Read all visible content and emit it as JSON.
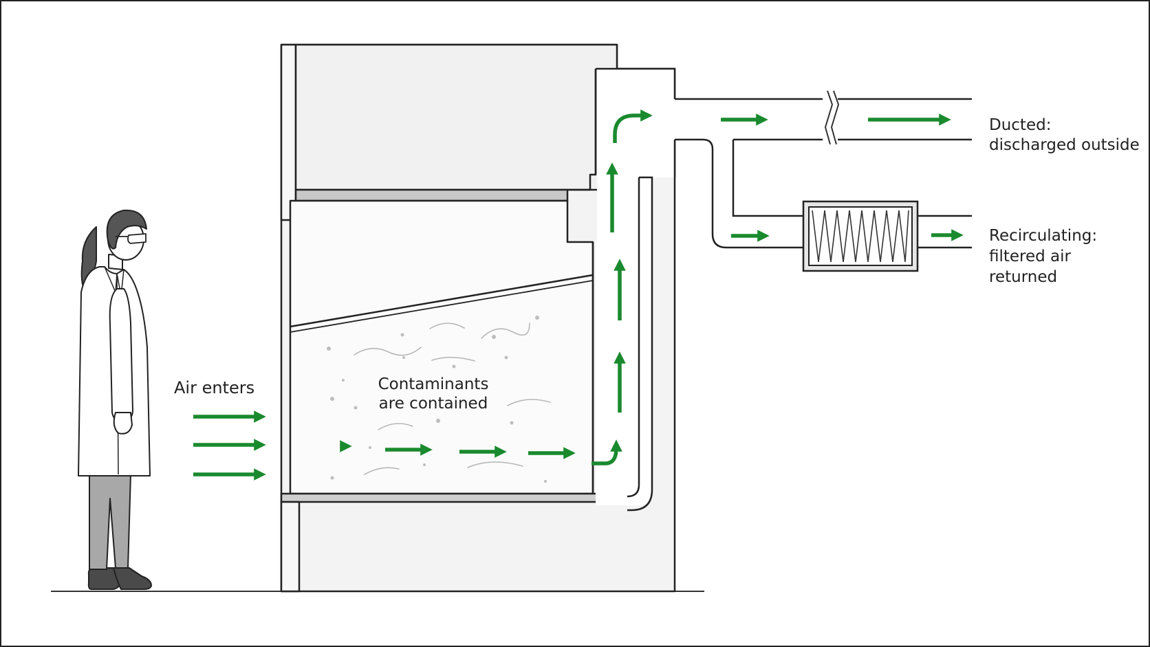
{
  "labels": {
    "air_enters": "Air enters",
    "contaminants_line1": "Contaminants",
    "contaminants_line2": "are contained",
    "ducted_line1": "Ducted:",
    "ducted_line2": "discharged outside",
    "recirc_line1": "Recirculating:",
    "recirc_line2": "filtered air",
    "recirc_line3": "returned"
  },
  "colors": {
    "airflow_arrow": "#1a8a2e",
    "outline": "#222222",
    "panel_fill": "#f2f2f2",
    "sash_gray": "#c8c8c8"
  },
  "icons": {
    "person": "lab-worker-icon",
    "filter": "hepa-filter-icon",
    "duct_break": "duct-break-icon"
  }
}
